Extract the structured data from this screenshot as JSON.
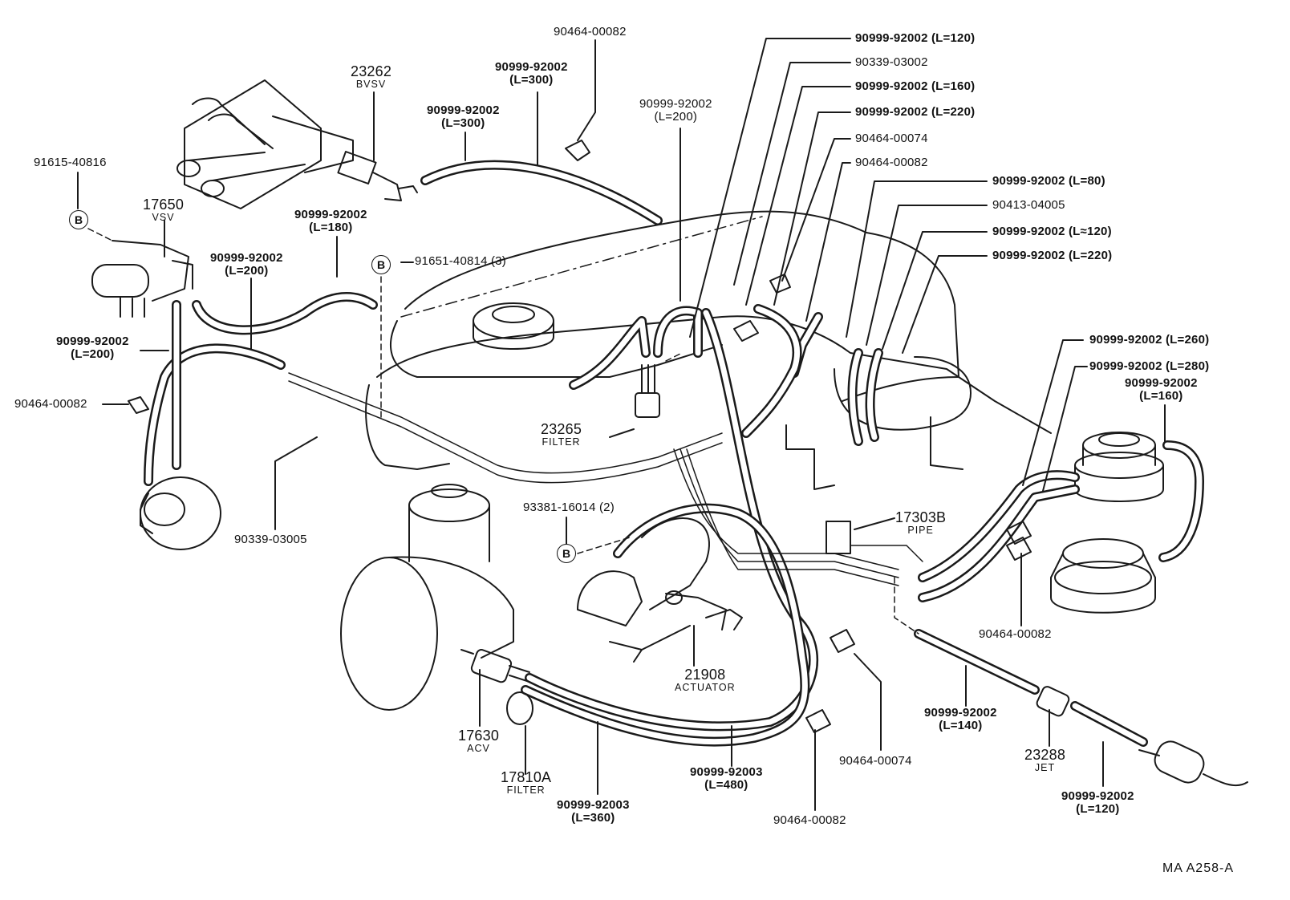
{
  "marker_letter": "B",
  "labels": {
    "p_90464_00082_top": {
      "pn": "90464-00082"
    },
    "p_23262": {
      "pn": "23262",
      "sub": "BVSV"
    },
    "p_90999_92002_300a": {
      "pn": "90999-92002",
      "sub": "(L=300)"
    },
    "p_90999_92002_300b": {
      "pn": "90999-92002",
      "sub": "(L=300)"
    },
    "p_91615_40816": {
      "pn": "91615-40816"
    },
    "p_17650": {
      "pn": "17650",
      "sub": "VSV"
    },
    "p_90999_92002_180": {
      "pn": "90999-92002",
      "sub": "(L=180)"
    },
    "p_90999_92002_200_mid": {
      "pn": "90999-92002",
      "sub": "(L=200)"
    },
    "p_90999_92002_200_left": {
      "pn": "90999-92002",
      "sub": "(L=200)"
    },
    "p_90464_00082_left": {
      "pn": "90464-00082"
    },
    "p_91651_40814": {
      "pn": "91651-40814 (3)"
    },
    "p_90339_03005": {
      "pn": "90339-03005"
    },
    "p_90999_92002_200_center": {
      "pn": "90999-92002",
      "sub": "(L=200)"
    },
    "p_23265": {
      "pn": "23265",
      "sub": "FILTER"
    },
    "p_90999_92002_120_top": {
      "pn": "90999-92002 (L=120)"
    },
    "p_90339_03002": {
      "pn": "90339-03002"
    },
    "p_90999_92002_160_top": {
      "pn": "90999-92002 (L=160)"
    },
    "p_90999_92002_220_top": {
      "pn": "90999-92002 (L=220)"
    },
    "p_90464_00074_top": {
      "pn": "90464-00074"
    },
    "p_90464_00082_topright": {
      "pn": "90464-00082"
    },
    "p_90999_92002_80": {
      "pn": "90999-92002 (L=80)"
    },
    "p_90413_04005": {
      "pn": "90413-04005"
    },
    "p_90999_92002_120_right": {
      "pn": "90999-92002 (L≈120)"
    },
    "p_90999_92002_220_right": {
      "pn": "90999-92002 (L=220)"
    },
    "p_90999_92002_260": {
      "pn": "90999-92002 (L=260)"
    },
    "p_90999_92002_280": {
      "pn": "90999-92002 (L=280)"
    },
    "p_90999_92002_160_right": {
      "pn": "90999-92002",
      "sub": "(L=160)"
    },
    "p_93381_16014": {
      "pn": "93381-16014 (2)"
    },
    "p_17303B": {
      "pn": "17303B",
      "sub": "PIPE"
    },
    "p_90464_00082_right": {
      "pn": "90464-00082"
    },
    "p_21908": {
      "pn": "21908",
      "sub": "ACTUATOR"
    },
    "p_17630": {
      "pn": "17630",
      "sub": "ACV"
    },
    "p_17810A": {
      "pn": "17810A",
      "sub": "FILTER"
    },
    "p_90999_92003_360": {
      "pn": "90999-92003",
      "sub": "(L=360)"
    },
    "p_90999_92003_480": {
      "pn": "90999-92003",
      "sub": "(L=480)"
    },
    "p_90464_00074_bottom": {
      "pn": "90464-00074"
    },
    "p_90464_00082_bottom": {
      "pn": "90464-00082"
    },
    "p_90999_92002_140": {
      "pn": "90999-92002",
      "sub": "(L=140)"
    },
    "p_23288": {
      "pn": "23288",
      "sub": "JET"
    },
    "p_90999_92002_120_bottom": {
      "pn": "90999-92002",
      "sub": "(L=120)"
    }
  },
  "footer": {
    "code": "MA  A258-A"
  }
}
